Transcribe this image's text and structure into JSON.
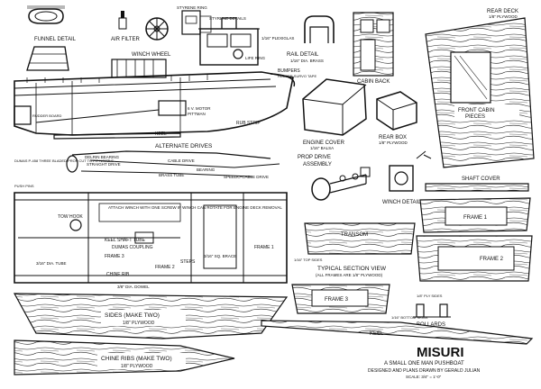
{
  "labels": {
    "funnel_detail": "FUNNEL DETAIL",
    "air_filter": "AIR FILTER",
    "winch_wheel": "WINCH WHEEL",
    "styrene_ring": "STYRENE RING",
    "styrene_details": "STYRENE DETAILS",
    "plexiglas": "1/16\" PLEXIGLAS",
    "rail_detail": "RAIL DETAIL",
    "rail_dia": "1/16\" DIA. BRASS",
    "bumpers": "BUMPERS",
    "bumpers_sub": "RUBBER SURVO TAPE",
    "life_ring": "LIFE RING",
    "cabin_back": "CABIN BACK",
    "rear_deck": "REAR DECK",
    "rear_deck_sub": "1/8\" PLYWOOD",
    "front_cabin": "FRONT CABIN",
    "front_cabin_sub": "PIECES",
    "motor": "6 V. MOTOR",
    "motor_sub": "PITTMAN",
    "rub_strip": "RUB STRIP",
    "keel": "KEEL",
    "rudder_board": "RUDDER BOARD",
    "alternate_drives": "ALTERNATE DRIVES",
    "straight_drive": "STRAIGHT DRIVE",
    "brass_tube": "BRASS TUBE",
    "cable_drive": "CABLE DRIVE",
    "speedo_cable": "SPEEDO-CABLE DRIVE",
    "bearing": "BEARING",
    "delrin_bearing": "DELRIN BEARING",
    "prop_note": "DUMAS P-458 THREE BLADED PROP CUT TO FIT NOZZLE",
    "engine_cover": "ENGINE COVER",
    "engine_cover_sub": "1/16\" BALSA",
    "rear_box": "REAR BOX",
    "rear_box_sub": "1/8\" PLYWOOD",
    "prop_drive": "PROP DRIVE",
    "prop_drive_sub": "ASSEMBLY",
    "winch_detail": "WINCH DETAIL",
    "shaft_cover": "SHAFT COVER",
    "frame1": "FRAME 1",
    "frame2": "FRAME 2",
    "frame3": "FRAME 3",
    "transom": "TRANSOM",
    "typical_section": "TYPICAL SECTION VIEW",
    "typical_section_sub": "(ALL FRAMES ARE 1/8\" PLYWOOD)",
    "winch_attach": "ATTACH WINCH WITH ONE SCREW IF WINCH CAN ROTATE FOR ENGINE DECK REMOVAL",
    "tow_hook": "TOW HOOK",
    "keel_shaft_tube": "KEEL  SHAFT TUBE",
    "dumas_coupling": "DUMAS COUPLING",
    "frame_3": "FRAME 3",
    "chine_rib": "CHINE RIB",
    "steps": "STEPS",
    "dia_tube": "3/16\" DIA. TUBE",
    "sq_brace": "3/16\" SQ. BRACE",
    "dowel": "3/8\" DIA. DOWEL",
    "sides": "SIDES (MAKE TWO)",
    "sides_sub": "1/8\" PLYWOOD",
    "chine_ribs": "CHINE RIBS (MAKE TWO)",
    "chine_ribs_sub": "1/8\" PLYWOOD",
    "bollards": "BOLLARDS",
    "bottom_skins": "1/16\" BOTTOM SKINS",
    "ply_sides": "1/8\" PLY SIDES",
    "top_sides": "1/16\" TOP SIDES",
    "push_pins": "PUSH PINS",
    "title": "MISURI",
    "subtitle": "A SMALL ONE MAN PUSHBOAT",
    "credit": "DESIGNED AND PLANS DRAWN BY GERALD JULIAN",
    "scale": "SCALE: 3/4\" = 1'-0\""
  }
}
